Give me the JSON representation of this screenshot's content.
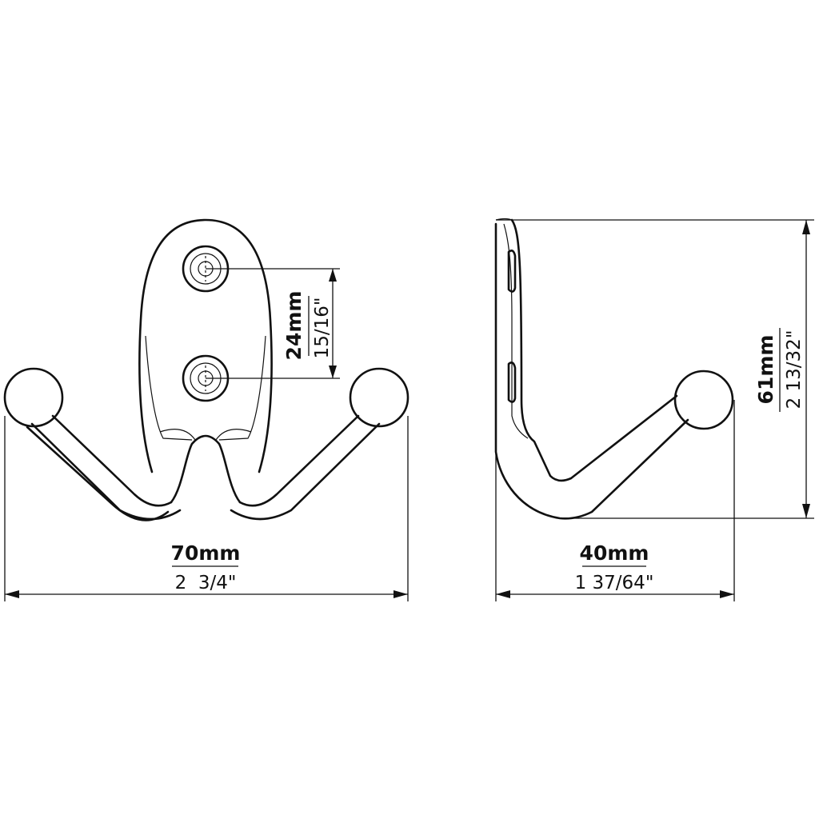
{
  "front_view": {
    "width": {
      "metric": "70mm",
      "imperial": "2  3/4\""
    },
    "hole_spacing": {
      "metric": "24mm",
      "imperial": "15/16\""
    }
  },
  "side_view": {
    "depth": {
      "metric": "40mm",
      "imperial": "1 37/64\""
    },
    "height": {
      "metric": "61mm",
      "imperial": "2 13/32\""
    }
  }
}
